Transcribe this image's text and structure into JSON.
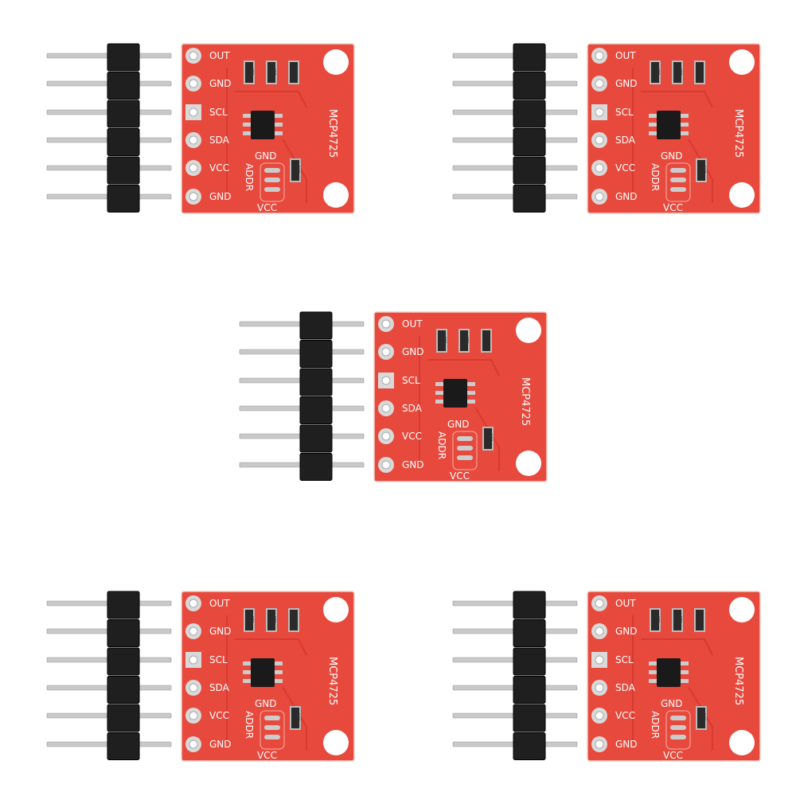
{
  "product": {
    "module_count": 5,
    "board_name": "MCP4725",
    "pin_labels": [
      "OUT",
      "GND",
      "SCL",
      "SDA",
      "VCC",
      "GND"
    ],
    "addr_label": "ADDR",
    "addr_top_label": "GND",
    "addr_bottom_label": "VCC",
    "resistor_codes": [
      "472",
      "472",
      "103"
    ]
  },
  "colors": {
    "pcb": "#e8493d",
    "pcb_dark": "#d63a30",
    "header_plastic": "#1f1f1f",
    "pin_metal": "#c9c9c9",
    "background": "#ffffff"
  }
}
